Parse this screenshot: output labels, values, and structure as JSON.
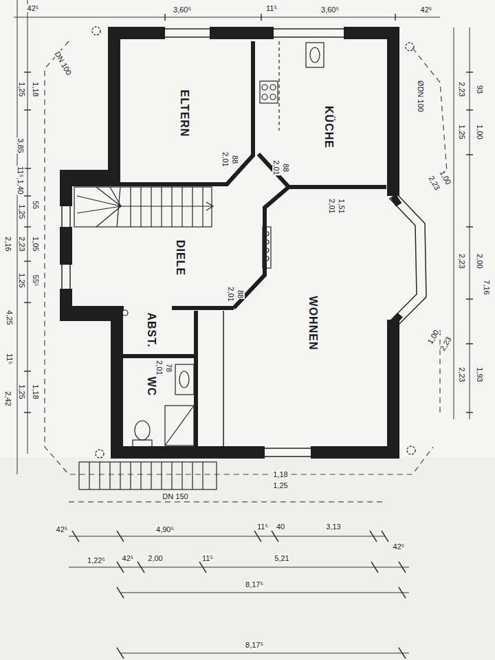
{
  "diagram": {
    "labels": [
      "42⁵",
      "3,60⁵",
      "11⁵",
      "3,60⁵",
      "42⁵",
      "DN 100",
      "1,18",
      "1,25",
      "3,85",
      "11⁵",
      "1,40",
      "55",
      "1,25",
      "1,05",
      "2,23",
      "2,16",
      "55⁵",
      "1,25",
      "4,25",
      "11⁵",
      "1,18",
      "1,25",
      "2,42",
      "ELTERN",
      "KÜCHE",
      "DIELE",
      "WOHNEN",
      "ABST.",
      "WC",
      "88",
      "2,01",
      "88",
      "2,01",
      "1,51",
      "2,01",
      "88",
      "2,01",
      "78",
      "2,01",
      "ØDN 100",
      "93",
      "2,23",
      "1,00",
      "1,25",
      "1,00",
      "2,23",
      "2,00",
      "2,23",
      "1,00",
      "2,23",
      "1,93",
      "2,23",
      "7,16",
      "1,18",
      "1,25",
      "DN 150",
      "42⁵",
      "4,90⁵",
      "11⁵",
      "40",
      "3,13",
      "42⁵",
      "1,22⁵",
      "42⁵",
      "2,00",
      "11⁵",
      "5,21",
      "8,17⁵",
      "8,17⁵"
    ]
  }
}
